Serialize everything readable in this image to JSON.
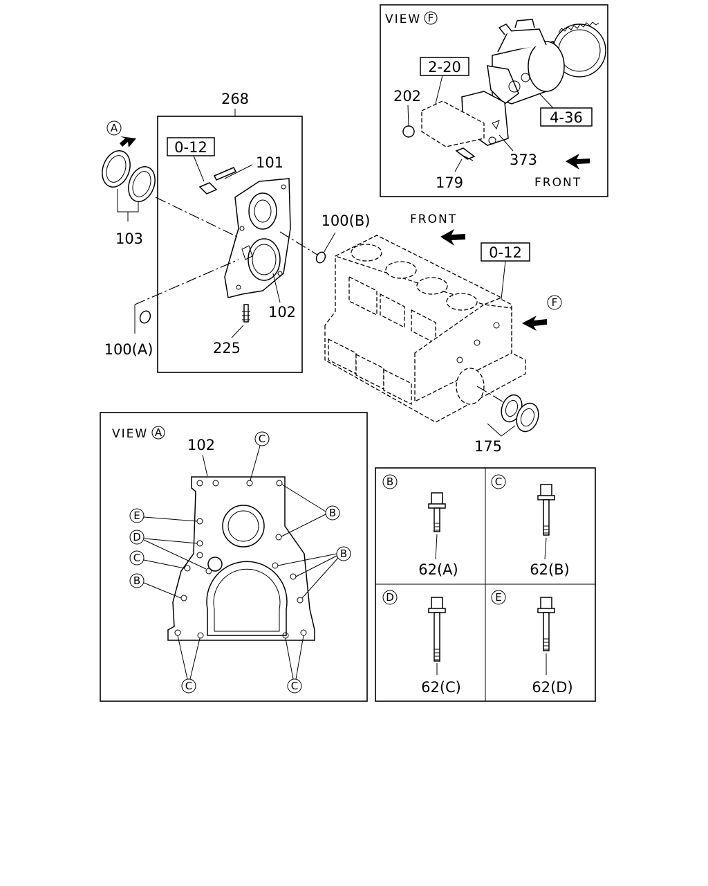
{
  "view_f": {
    "title": "VIEW",
    "letter": "F",
    "front": "FRONT",
    "labels": {
      "box1": "2-20",
      "box2": "4-36",
      "p202": "202",
      "p373": "373",
      "p179": "179"
    }
  },
  "main": {
    "p268": "268",
    "box_0_12": "0-12",
    "p101": "101",
    "p103": "103",
    "p102": "102",
    "p100a": "100(A)",
    "p100b": "100(B)",
    "p225": "225",
    "front": "FRONT",
    "block_box": "0-12",
    "letter_f": "F",
    "letter_a": "A",
    "p175": "175"
  },
  "view_a": {
    "title": "VIEW",
    "letter": "A",
    "p102": "102",
    "callouts": [
      "C",
      "E",
      "D",
      "C",
      "B",
      "B",
      "B",
      "C",
      "C"
    ]
  },
  "bolts": [
    {
      "letter": "B",
      "label": "62(A)"
    },
    {
      "letter": "C",
      "label": "62(B)"
    },
    {
      "letter": "D",
      "label": "62(C)"
    },
    {
      "letter": "E",
      "label": "62(D)"
    }
  ]
}
